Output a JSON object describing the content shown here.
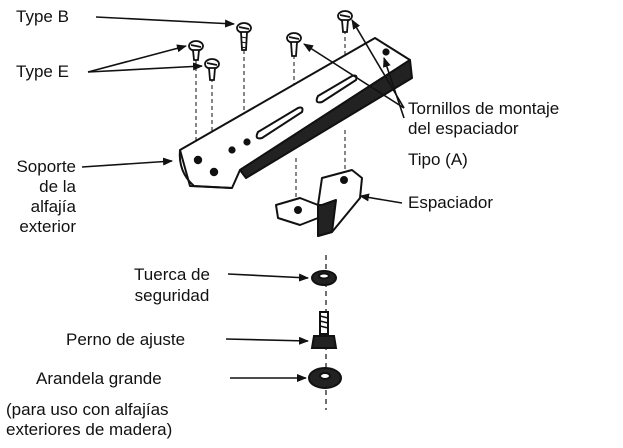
{
  "labels": {
    "type_b": "Type B",
    "type_e": "Type E",
    "mount_screws_1": "Tornillos de montaje",
    "mount_screws_2": "del espaciador",
    "tipo_a": "Tipo (A)",
    "bracket_1": "Soporte",
    "bracket_2": "de la",
    "bracket_3": "alfajía",
    "bracket_4": "exterior",
    "spacer": "Espaciador",
    "locknut_1": "Tuerca de",
    "locknut_2": "seguridad",
    "bolt": "Perno de ajuste",
    "washer": "Arandela grande",
    "note_1": "(para uso con alfajías",
    "note_2": "exteriores de madera)"
  },
  "colors": {
    "ink": "#111111",
    "paper": "#ffffff"
  }
}
